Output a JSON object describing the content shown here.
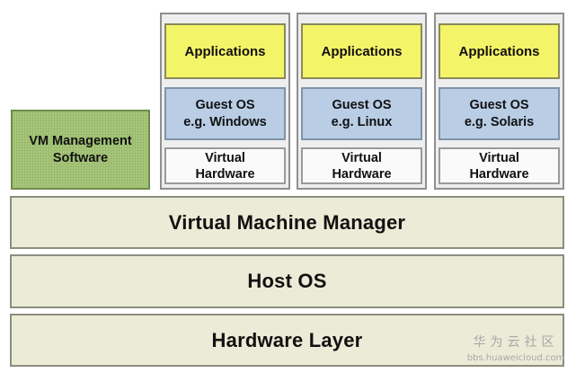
{
  "management": {
    "line1": "VM Management",
    "line2": "Software"
  },
  "vms": [
    {
      "app": "Applications",
      "guest_line1": "Guest OS",
      "guest_line2": "e.g. Windows",
      "hw_line1": "Virtual",
      "hw_line2": "Hardware"
    },
    {
      "app": "Applications",
      "guest_line1": "Guest OS",
      "guest_line2": "e.g. Linux",
      "hw_line1": "Virtual",
      "hw_line2": "Hardware"
    },
    {
      "app": "Applications",
      "guest_line1": "Guest OS",
      "guest_line2": "e.g. Solaris",
      "hw_line1": "Virtual",
      "hw_line2": "Hardware"
    }
  ],
  "layers": {
    "vmm": "Virtual Machine Manager",
    "host_os": "Host OS",
    "hardware": "Hardware Layer"
  },
  "watermark": {
    "brand": "华为云社区",
    "url": "bbs.huaweicloud.com"
  },
  "colors": {
    "applications": "#f4f468",
    "guest_os": "#b9cde5",
    "virtual_hardware": "#fafafa",
    "management": "#a7c77a",
    "layer": "#ecebd7"
  }
}
